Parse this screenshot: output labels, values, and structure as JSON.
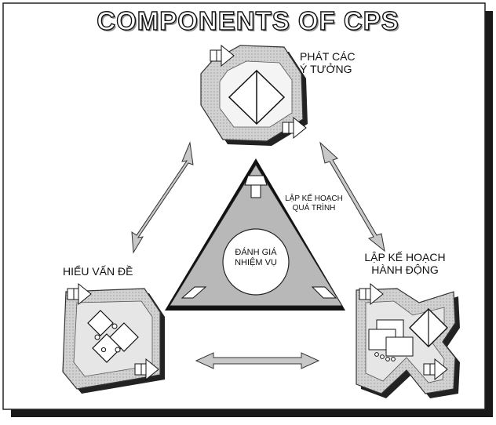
{
  "diagram": {
    "title": "COMPONENTS OF CPS",
    "nodes": {
      "generate_ideas": {
        "line1": "PHÁT CÁC",
        "line2": "Ý TƯỞNG"
      },
      "understand_problem": {
        "label": "HIỂU VẤN ĐỀ"
      },
      "plan_action": {
        "line1": "LẬP KẾ HOẠCH",
        "line2": "HÀNH ĐỘNG"
      },
      "plan_process": {
        "line1": "LẬP KẾ HOẠCH",
        "line2": "QUÁ TRÌNH"
      },
      "assess_task": {
        "line1": "ĐÁNH GIÁ",
        "line2": "NHIỆM VỤ"
      }
    }
  }
}
